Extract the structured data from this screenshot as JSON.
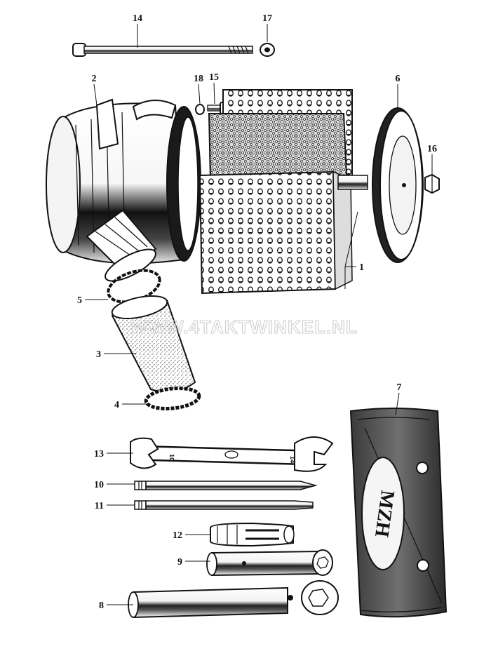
{
  "watermark": "WWW.4TAKTWINKEL.NL",
  "badge_text": "MZH",
  "wrench_marks": {
    "left": "10",
    "right": "14"
  },
  "callouts": [
    {
      "id": "c14",
      "label": "14"
    },
    {
      "id": "c17",
      "label": "17"
    },
    {
      "id": "c2",
      "label": "2"
    },
    {
      "id": "c18",
      "label": "18"
    },
    {
      "id": "c15",
      "label": "15"
    },
    {
      "id": "c6",
      "label": "6"
    },
    {
      "id": "c16",
      "label": "16"
    },
    {
      "id": "c1",
      "label": "1"
    },
    {
      "id": "c5",
      "label": "5"
    },
    {
      "id": "c3",
      "label": "3"
    },
    {
      "id": "c4",
      "label": "4"
    },
    {
      "id": "c7",
      "label": "7"
    },
    {
      "id": "c13",
      "label": "13"
    },
    {
      "id": "c10",
      "label": "10"
    },
    {
      "id": "c11",
      "label": "11"
    },
    {
      "id": "c12",
      "label": "12"
    },
    {
      "id": "c9",
      "label": "9"
    },
    {
      "id": "c8",
      "label": "8"
    }
  ]
}
